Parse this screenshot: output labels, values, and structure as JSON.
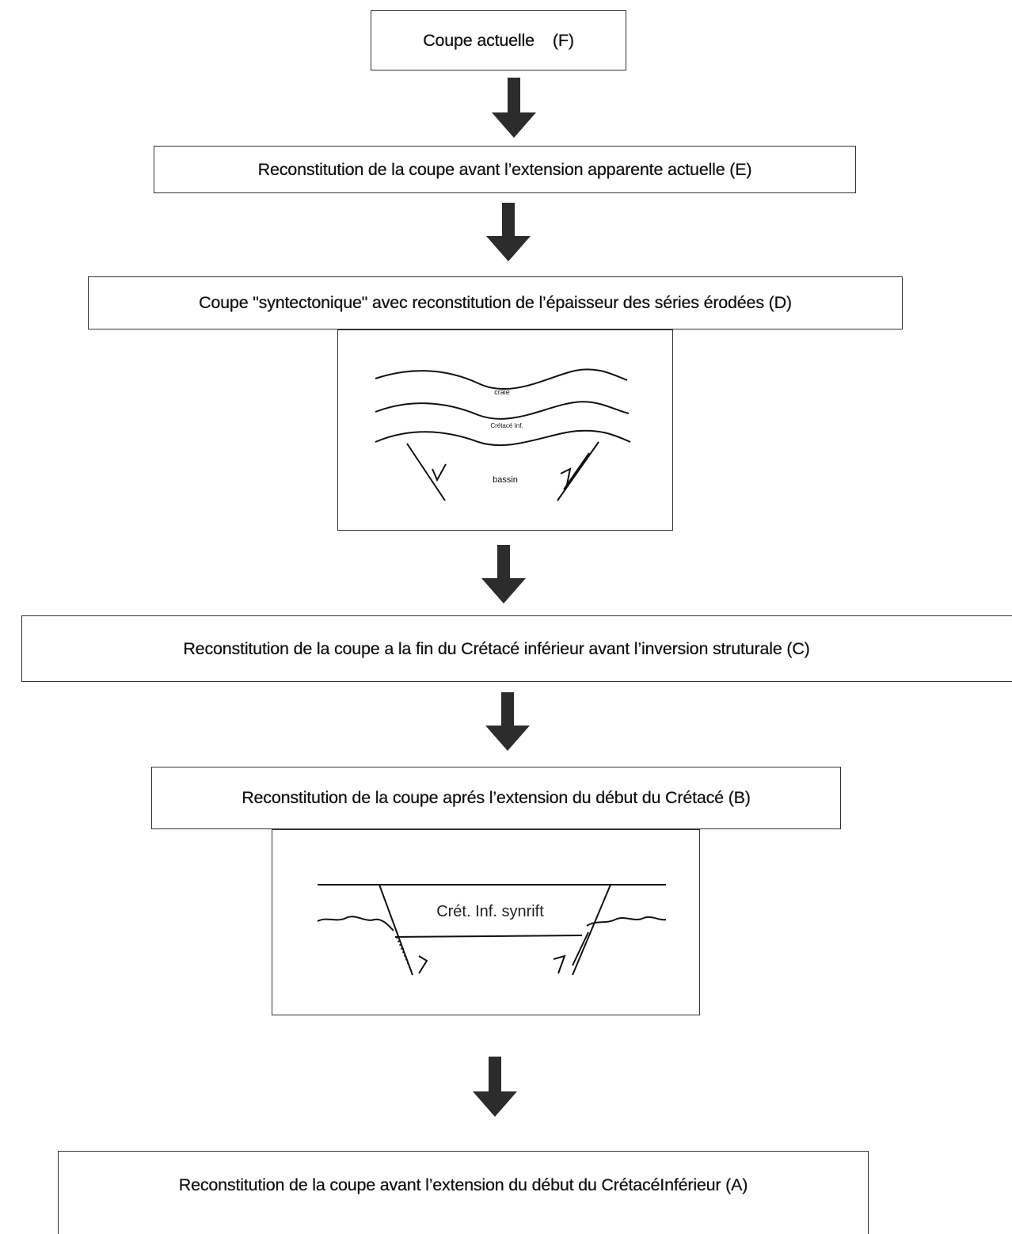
{
  "steps": {
    "f": "Coupe actuelle    (F)",
    "e": "Reconstitution de la coupe avant l’extension apparente actuelle (E)",
    "d": "Coupe \"syntectonique\" avec reconstitution de l’épaisseur des séries érodées (D)",
    "c": "Reconstitution de la coupe a la fin du Crétacé inférieur  avant l’inversion struturale (C)",
    "b": "Reconstitution de la coupe aprés l’extension du début du Crétacé (B)",
    "a": "Reconstitution de la coupe avant l’extension du début du CrétacéInférieur (A)"
  },
  "sketch_d": {
    "layer_top": "craie",
    "layer_mid": "Crétacé Inf.",
    "basin": "bassin"
  },
  "sketch_b": {
    "fill": "Crét. Inf. synrift"
  }
}
